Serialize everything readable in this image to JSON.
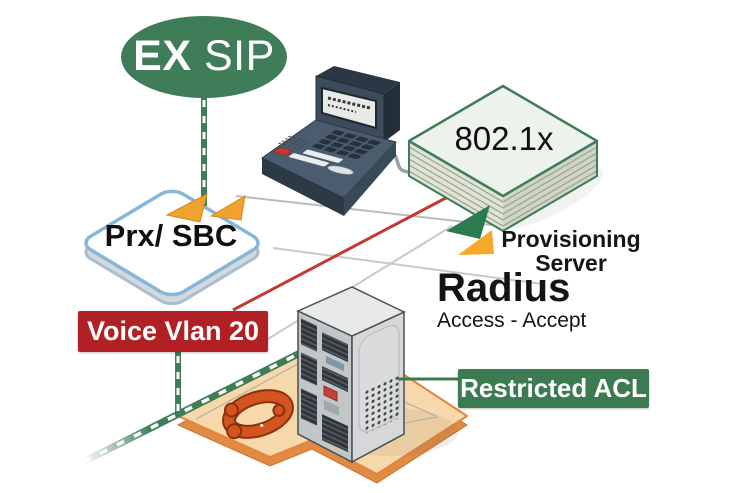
{
  "colors": {
    "brand_green": "#3e7d57",
    "banner_red": "#b12025",
    "red_line": "#c23a31",
    "arrow_orange": "#f0a22e",
    "platform_top": "#f7d8ab",
    "platform_edge": "#e0853e",
    "logo_orange": "#d4541f"
  },
  "nodes": {
    "sip_service": {
      "label_bold": "EX",
      "label_regular": " SIP"
    },
    "switch_stack": {
      "label": "802.1x"
    },
    "sbc": {
      "label": "Prx/ SBC"
    },
    "provisioning_server": {
      "line1": "Provisioning",
      "line2": "Server"
    },
    "radius": {
      "title": "Radius",
      "subtitle": "Access - Accept"
    }
  },
  "banners": {
    "voice_vlan": {
      "label": "Voice Vlan 20"
    },
    "restricted_acl": {
      "label": "Restricted ACL"
    }
  },
  "icons": {
    "phone": "ip-phone-icon",
    "switch": "switch-stack-icon",
    "server": "server-tower-icon",
    "logo": "vendor-logo-icon"
  }
}
